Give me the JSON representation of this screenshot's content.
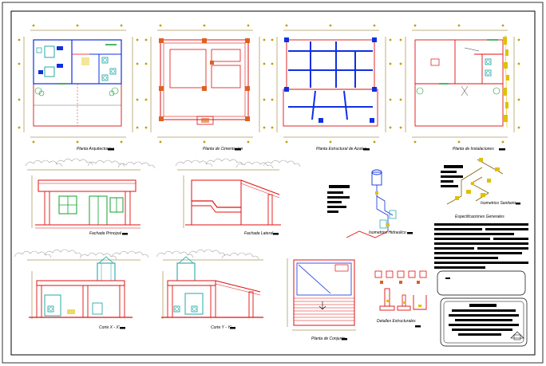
{
  "sheet": {
    "background": "#ffffff",
    "colors": {
      "wall": "#e01010",
      "structure": "#1030e0",
      "fixture": "#10a0a0",
      "accent_green": "#10a030",
      "dimension": "#806000",
      "annotation": "#000000",
      "clouds": "#a0a0a0",
      "hydraulic": "#e0c000"
    }
  },
  "captions": {
    "arquitectonica": "Planta Arquitectonica",
    "cimentacion": "Planta de Cimentacion",
    "estructural": "Planta Estructural de Azotea",
    "instalaciones": "Planta de Instalaciones",
    "fachada_principal": "Fachada Principal",
    "fachada_lateral": "Fachada Lateral",
    "isometrico_hidraulico": "Isometrico Hidraulico",
    "isometrico_sanitario": "Isometrico Sanitario",
    "especificaciones": "Especificaciones Generales",
    "corte_x": "Corte X - X'",
    "corte_y": "Corte Y - Y'",
    "conjunto": "Planta de Conjunto",
    "detalles": "Detalles Estructurales"
  }
}
